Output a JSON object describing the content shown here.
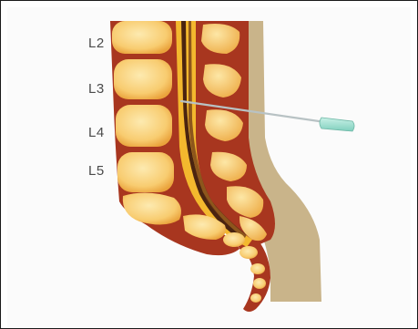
{
  "diagram": {
    "vertebra_labels": [
      "L2",
      "L3",
      "L4",
      "L5"
    ],
    "colors": {
      "vertebral_body": "#f7c76b",
      "vertebral_body_highlight": "#fde8a8",
      "marrow": "#a8361f",
      "canal_fill": "#f3b82e",
      "spinal_cord_dark": "#4a2410",
      "skin_tissue": "#c9b48a",
      "needle_hub": "#9fe0d0",
      "needle_shaft": "#b8c2c4"
    },
    "icons": [
      "spinal-needle-icon"
    ]
  }
}
